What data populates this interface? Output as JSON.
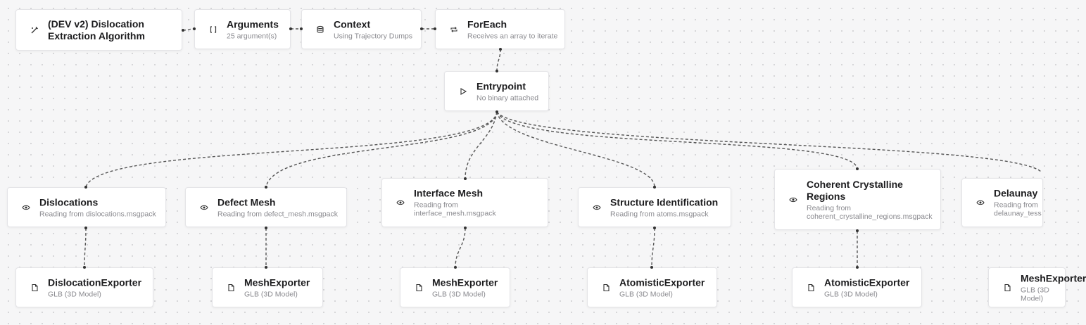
{
  "nodes": {
    "root": {
      "title": "(DEV v2) Dislocation\nExtraction Algorithm",
      "icon": "wand-icon"
    },
    "arguments": {
      "title": "Arguments",
      "subtitle": "25 argument(s)",
      "icon": "brackets-icon"
    },
    "context": {
      "title": "Context",
      "subtitle": "Using Trajectory Dumps",
      "icon": "database-icon"
    },
    "foreach": {
      "title": "ForEach",
      "subtitle": "Receives an array to iterate",
      "icon": "loop-icon"
    },
    "entrypoint": {
      "title": "Entrypoint",
      "subtitle": "No binary attached",
      "icon": "play-icon"
    },
    "dislocations": {
      "title": "Dislocations",
      "subtitle": "Reading from dislocations.msgpack",
      "icon": "eye-icon"
    },
    "defect_mesh": {
      "title": "Defect Mesh",
      "subtitle": "Reading from defect_mesh.msgpack",
      "icon": "eye-icon"
    },
    "interface_mesh": {
      "title": "Interface Mesh",
      "subtitle": "Reading from\ninterface_mesh.msgpack",
      "icon": "eye-icon"
    },
    "structure_identification": {
      "title": "Structure Identification",
      "subtitle": "Reading from atoms.msgpack",
      "icon": "eye-icon"
    },
    "coherent_regions": {
      "title": "Coherent Crystalline\nRegions",
      "subtitle": "Reading from\ncoherent_crystalline_regions.msgpack",
      "icon": "eye-icon"
    },
    "delaunay": {
      "title": "Delaunay",
      "subtitle": "Reading from\ndelaunay_tess",
      "icon": "eye-icon"
    },
    "exp_dislocation": {
      "title": "DislocationExporter",
      "subtitle": "GLB (3D Model)",
      "icon": "file-icon"
    },
    "exp_mesh_1": {
      "title": "MeshExporter",
      "subtitle": "GLB (3D Model)",
      "icon": "file-icon"
    },
    "exp_mesh_2": {
      "title": "MeshExporter",
      "subtitle": "GLB (3D Model)",
      "icon": "file-icon"
    },
    "exp_atomistic_1": {
      "title": "AtomisticExporter",
      "subtitle": "GLB (3D Model)",
      "icon": "file-icon"
    },
    "exp_atomistic_2": {
      "title": "AtomisticExporter",
      "subtitle": "GLB (3D Model)",
      "icon": "file-icon"
    },
    "exp_mesh_3": {
      "title": "MeshExporter",
      "subtitle": "GLB (3D Model)",
      "icon": "file-icon"
    }
  }
}
